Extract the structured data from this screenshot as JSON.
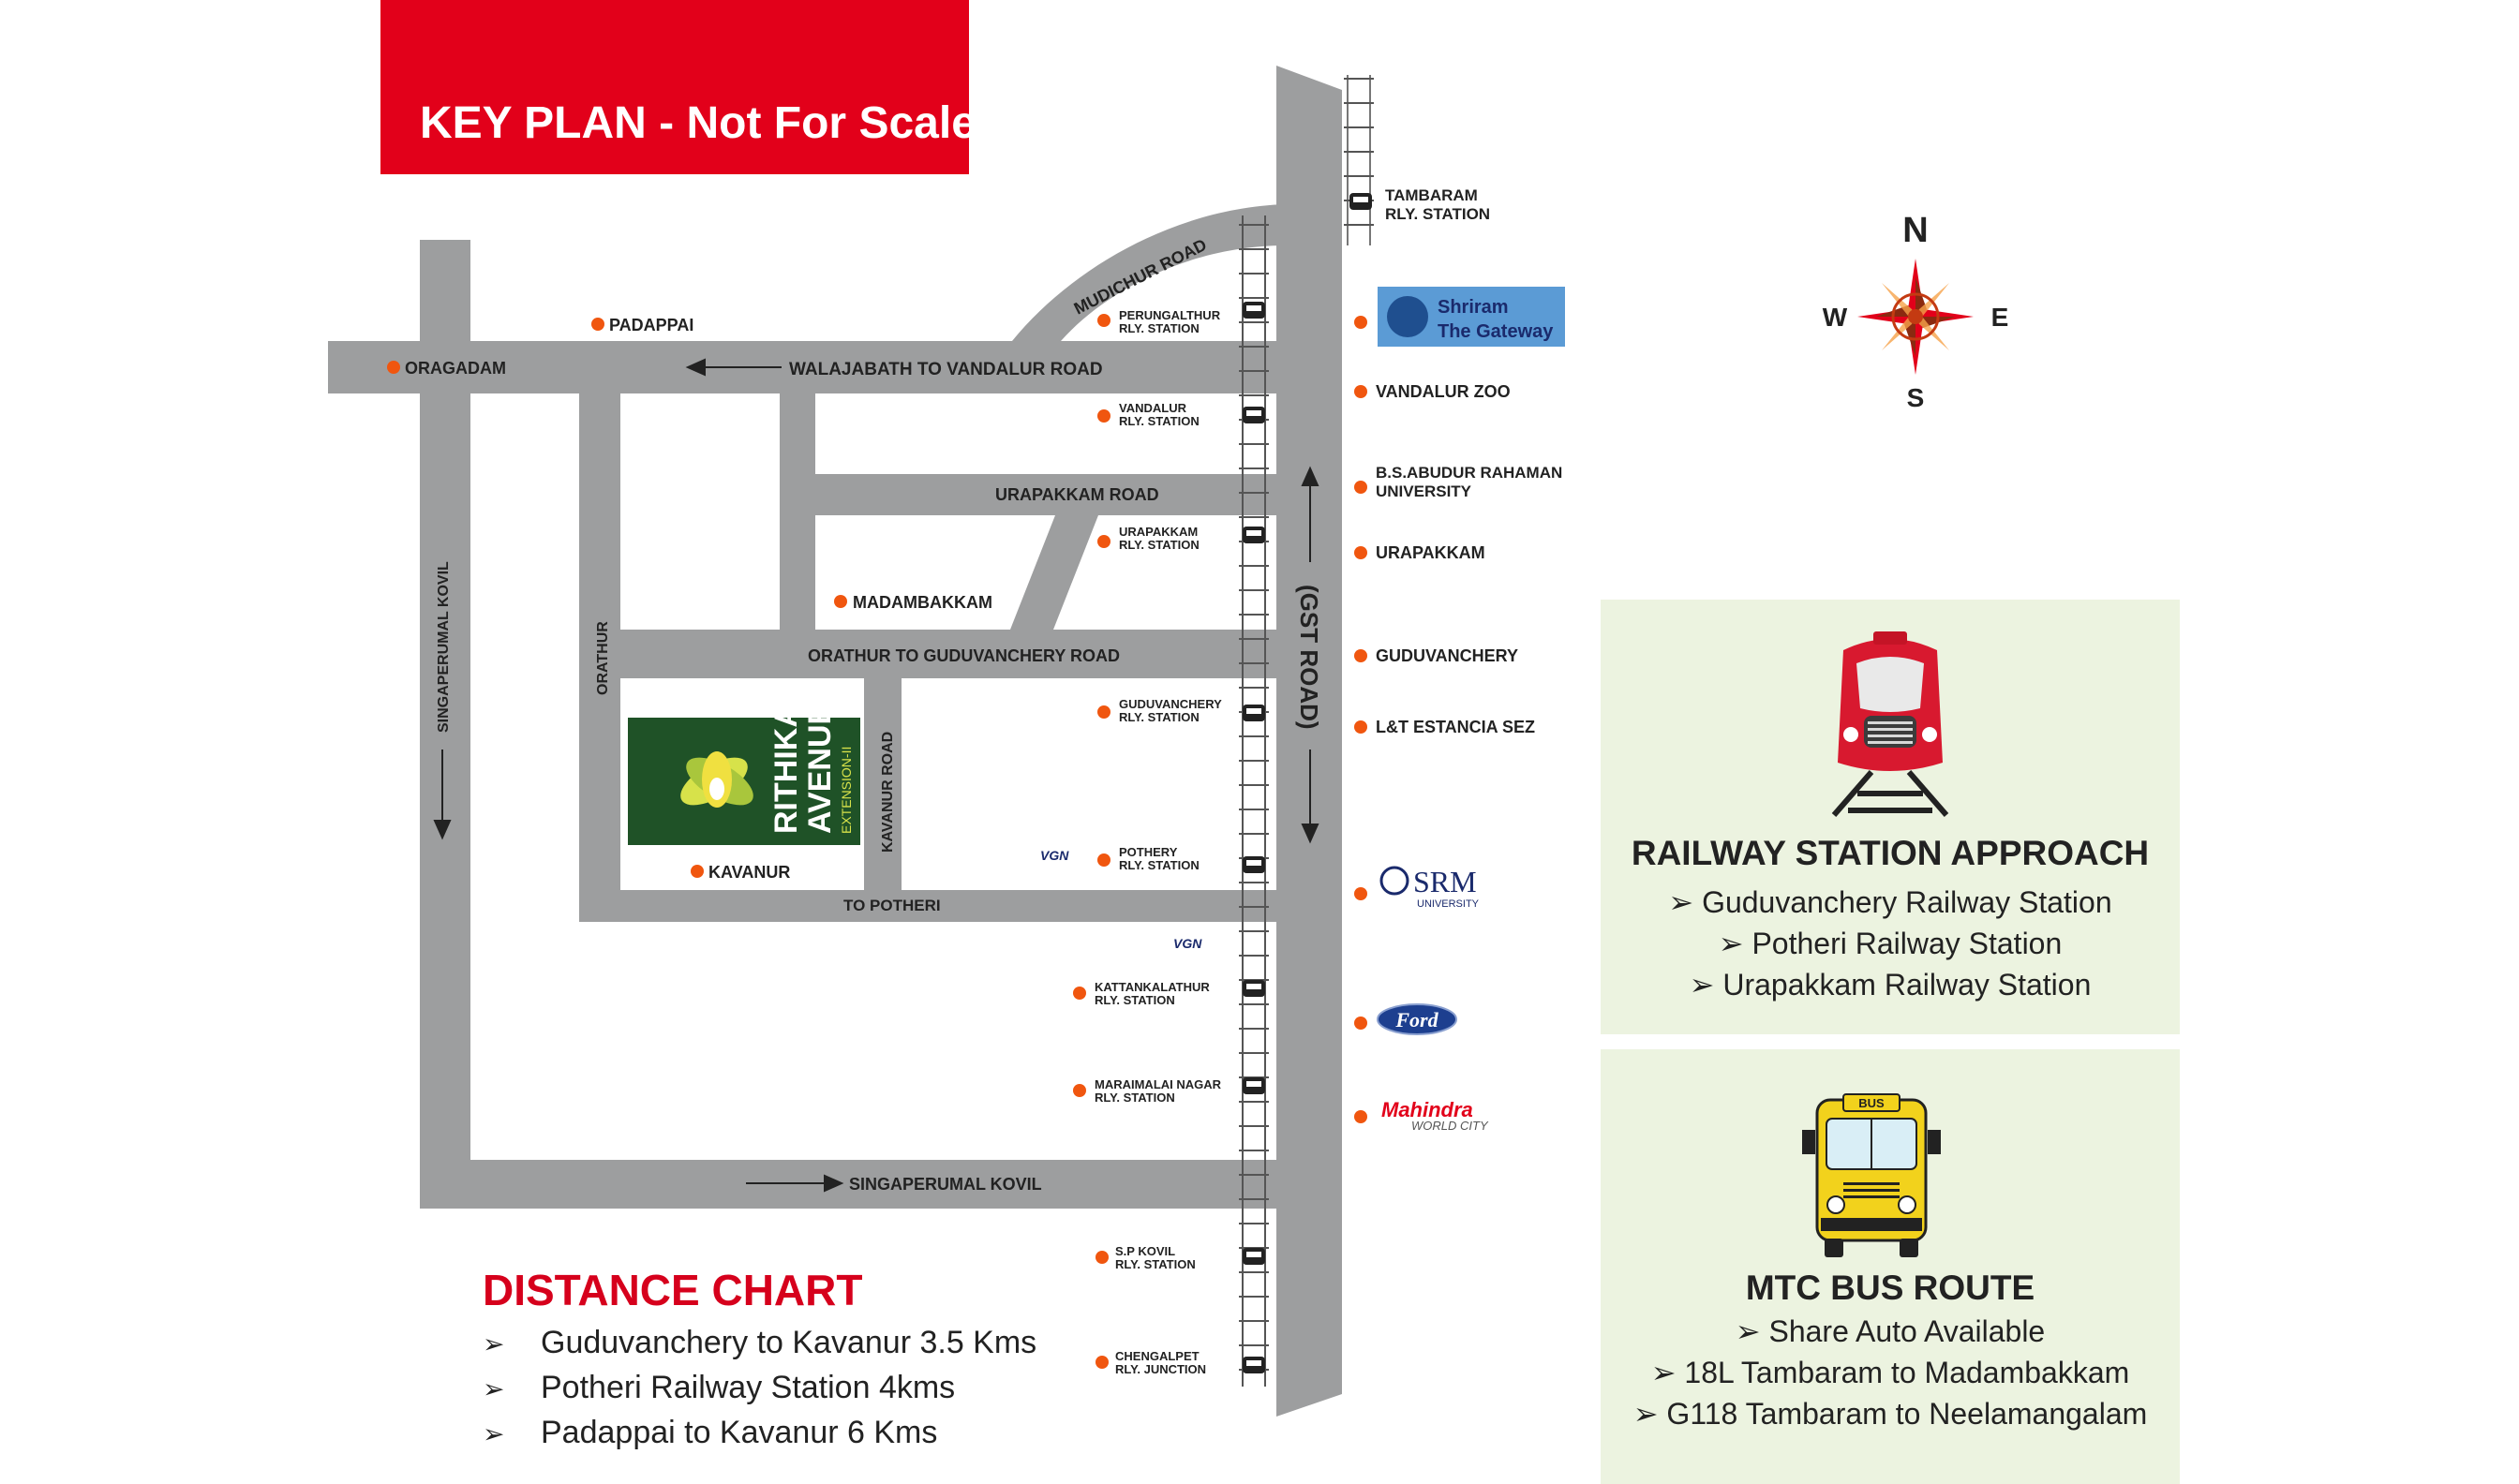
{
  "title": "KEY PLAN - Not For Scale",
  "colors": {
    "accent": "#e2001a",
    "road": "#9d9e9f",
    "marker": "#f0560f",
    "panel": "#ecf3e0",
    "project_green": "#1f5227"
  },
  "compass": {
    "n": "N",
    "s": "S",
    "e": "E",
    "w": "W",
    "icon": "compass-rose-icon"
  },
  "roads": {
    "walajabath": "WALAJABATH TO VANDALUR ROAD",
    "mudichur": "MUDICHUR ROAD",
    "urapakkam": "URAPAKKAM ROAD",
    "orathur_guduvanchery": "ORATHUR TO GUDUVANCHERY ROAD",
    "to_potheri": "TO POTHERI",
    "singaperumal_bottom": "SINGAPERUMAL KOVIL",
    "singaperumal_left": "SINGAPERUMAL KOVIL",
    "orathur": "ORATHUR",
    "kavanur_road": "KAVANUR ROAD",
    "gst": "(GST ROAD)"
  },
  "places": {
    "padappai": "PADAPPAI",
    "oragadam": "ORAGADAM",
    "madambakkam": "MADAMBAKKAM",
    "kavanur": "KAVANUR"
  },
  "stations": {
    "tambaram": [
      "TAMBARAM",
      "RLY. STATION"
    ],
    "perungalathur": [
      "PERUNGALTHUR",
      "RLY. STATION"
    ],
    "vandalur": [
      "VANDALUR",
      "RLY. STATION"
    ],
    "urapakkam": [
      "URAPAKKAM",
      "RLY. STATION"
    ],
    "guduvanchery": [
      "GUDUVANCHERY",
      "RLY. STATION"
    ],
    "pothery": [
      "POTHERY",
      "RLY. STATION"
    ],
    "kattankalathur": [
      "KATTANKALATHUR",
      "RLY. STATION"
    ],
    "maraimalai": [
      "MARAIMALAI NAGAR",
      "RLY. STATION"
    ],
    "spkovil": [
      "S.P KOVIL",
      "RLY. STATION"
    ],
    "chengalpet": [
      "CHENGALPET",
      "RLY. JUNCTION"
    ]
  },
  "landmarks": {
    "vandalur_zoo": "VANDALUR ZOO",
    "bs_abdur": [
      "B.S.ABUDUR RAHAMAN",
      "UNIVERSITY"
    ],
    "urapakkam": "URAPAKKAM",
    "guduvanchery": "GUDUVANCHERY",
    "lt_estancia": "L&T ESTANCIA SEZ"
  },
  "logos": {
    "shriram": [
      "Shriram",
      "The Gateway"
    ],
    "srm": [
      "SRM",
      "UNIVERSITY"
    ],
    "ford": "Ford",
    "mahindra": [
      "Mahindra",
      "WORLD CITY"
    ],
    "vgn": "VGN",
    "project": [
      "RITHIKA",
      "AVENUE",
      "EXTENSION-II"
    ]
  },
  "railway_panel": {
    "title": "RAILWAY STATION APPROACH",
    "icon": "train-icon",
    "items": [
      "Guduvanchery Railway Station",
      "Potheri Railway Station",
      "Urapakkam Railway Station"
    ]
  },
  "bus_panel": {
    "title": "MTC BUS ROUTE",
    "icon": "bus-icon",
    "bus_sign": "BUS",
    "items": [
      "Share Auto Available",
      "18L Tambaram to Madambakkam",
      "G118 Tambaram to Neelamangalam"
    ]
  },
  "distance_chart": {
    "title": "DISTANCE CHART",
    "items": [
      "Guduvanchery to Kavanur 3.5 Kms",
      "Potheri Railway Station 4kms",
      "Padappai to Kavanur 6 Kms"
    ]
  },
  "bullet": "➢"
}
